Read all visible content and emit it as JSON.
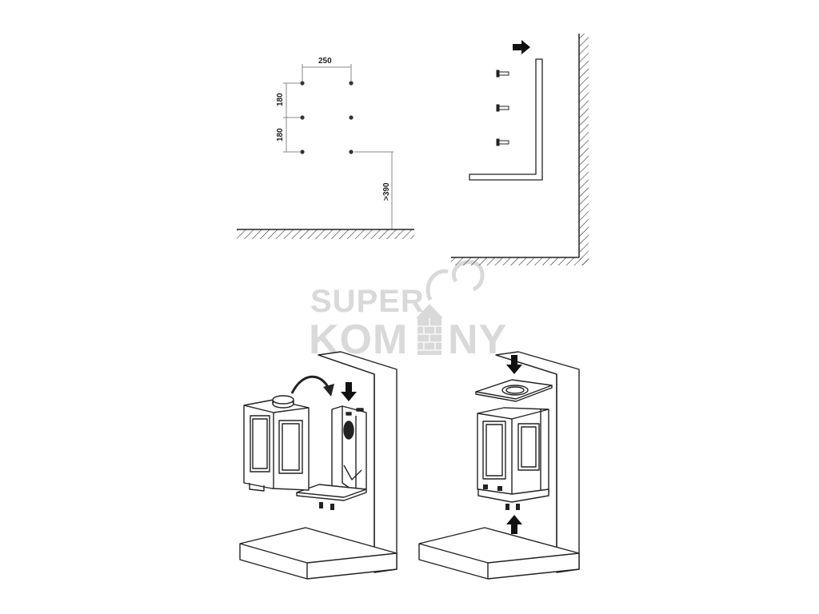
{
  "dimensions": {
    "horizontal_spacing": "250",
    "vertical_spacing_upper": "180",
    "vertical_spacing_lower": "180",
    "min_floor_height": ">390"
  },
  "watermark": {
    "line1": "SUPER",
    "line2": "KOM",
    "line2_end": "NY",
    "registered_mark": "®"
  },
  "colors": {
    "line": "#222222",
    "dim_line": "#888888",
    "watermark": "#d9d9d9"
  }
}
